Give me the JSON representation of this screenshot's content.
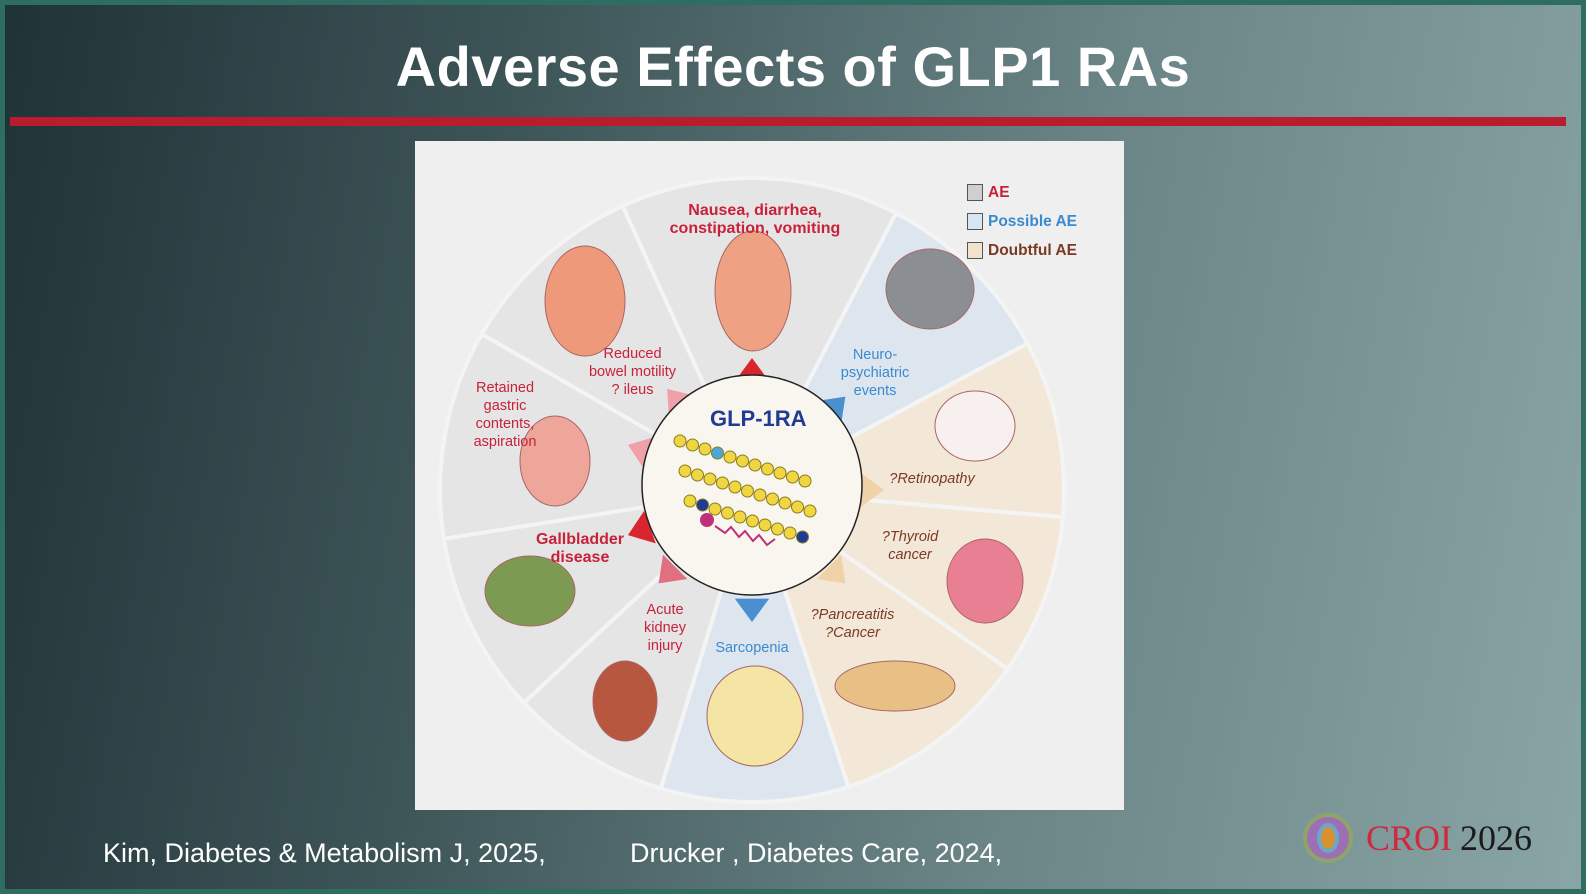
{
  "slide": {
    "title": "Adverse Effects of GLP1 RAs"
  },
  "figure": {
    "center_label": "GLP-1RA",
    "legend": [
      {
        "label": "AE",
        "color": "#cfcfcf"
      },
      {
        "label": "Possible AE",
        "color": "#d8e6f3"
      },
      {
        "label": "Doubtful AE",
        "color": "#f2e2cc"
      }
    ],
    "labels": {
      "nausea": "Nausea, diarrhea,\nconstipation, vomiting",
      "bowel": "Reduced\nbowel motility\n? ileus",
      "gastric": "Retained\ngastric\ncontents,\naspiration",
      "gallbladder": "Gallbladder\ndisease",
      "kidney": "Acute\nkidney\ninjury",
      "sarcopenia": "Sarcopenia",
      "pancreas": "?Pancreatitis\n?Cancer",
      "thyroid": "?Thyroid\ncancer",
      "retinopathy": "?Retinopathy",
      "neuro": "Neuro-\npsychiatric\nevents"
    }
  },
  "citations": [
    "Kim, Diabetes & Metabolism J, 2025,",
    "Drucker , Diabetes Care, 2024,"
  ],
  "logo": {
    "name": "CROI",
    "year": "2026"
  }
}
